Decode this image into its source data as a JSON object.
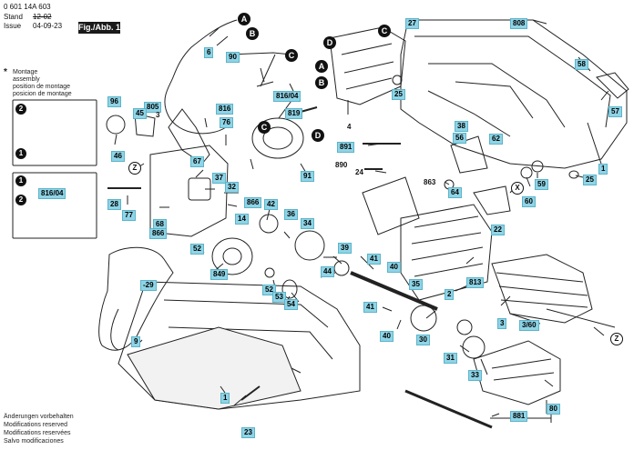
{
  "header": {
    "doc_number": "0 601 14A 603",
    "stand_label": "Stand",
    "issue_label": "Issue",
    "stand_value": "12-02",
    "issue_value": "04-09-23",
    "fig_label": "Fig./Abb. 1"
  },
  "assembly_note": {
    "star": "*",
    "lines": [
      "Montage",
      "assembly",
      "position de montage",
      "posicion de montage"
    ]
  },
  "modifications": [
    "Änderungen vorbehalten",
    "Modifications reserved",
    "Modifications reservées",
    "Salvo modificaciones"
  ],
  "callouts": {
    "c808": "808",
    "c27": "27",
    "c58": "58",
    "c25a": "25",
    "c57": "57",
    "c6": "6",
    "c90": "90",
    "c816_04": "816/04",
    "c805": "805",
    "c3": "3",
    "c45": "45",
    "c96": "96",
    "c46": "46",
    "c816": "816",
    "c76": "76",
    "c819": "819",
    "c38": "38",
    "c62": "62",
    "c56": "56",
    "c891": "891",
    "c890": "890",
    "c4": "4",
    "c24": "24",
    "c863": "863",
    "c64": "64",
    "c60": "60",
    "c59": "59",
    "c25b": "25",
    "c1a": "1",
    "c91": "91",
    "c67": "67",
    "c37": "37",
    "c32": "32",
    "c866a": "866",
    "c28": "28",
    "c77": "77",
    "c14": "14",
    "c42": "42",
    "c36": "36",
    "c34": "34",
    "c68": "68",
    "c866b": "866",
    "c52a": "52",
    "c22": "22",
    "c39": "39",
    "c41a": "41",
    "c40a": "40",
    "c44": "44",
    "c849": "849",
    "c52b": "52",
    "c53": "53",
    "c54": "54",
    "c35": "35",
    "c41b": "41",
    "c40b": "40",
    "c2": "2",
    "c813": "813",
    "c3_60": "3/60",
    "c3b": "3",
    "c30": "30",
    "c31": "31",
    "c33": "33",
    "c9": "9",
    "c1b": "1",
    "c23": "23",
    "c80": "80",
    "c881": "881",
    "c29": "-29"
  },
  "markers": {
    "A1": "A",
    "B1": "B",
    "C1": "C",
    "D1": "D",
    "C2": "C",
    "A2": "A",
    "B2": "B",
    "C3": "C",
    "D2": "D",
    "Z1": "Z",
    "Z2": "Z",
    "X1": "X",
    "n2": "2",
    "n1a": "1",
    "n1b": "1",
    "n2b": "2"
  },
  "inset_label": "816/04"
}
